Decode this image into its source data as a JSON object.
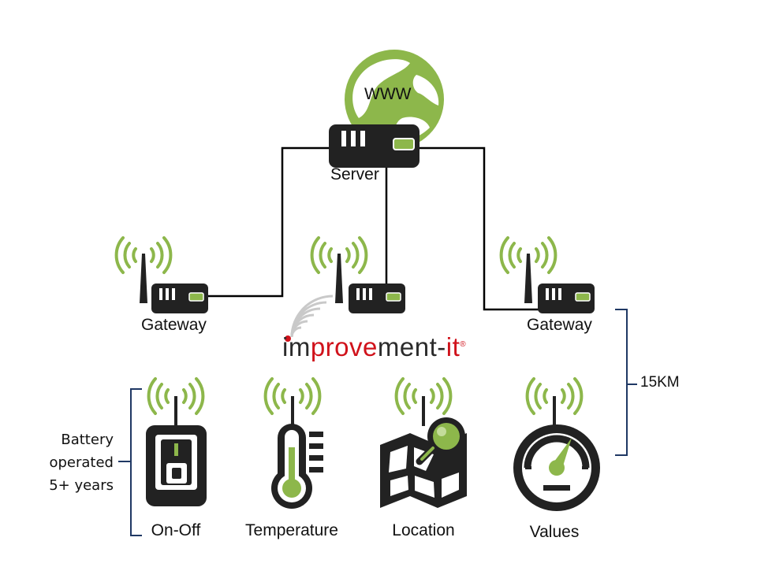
{
  "labels": {
    "www": "WWW",
    "server": "Server",
    "gateway_left": "Gateway",
    "gateway_right": "Gateway",
    "distance": "15KM",
    "battery_line1": "Battery",
    "battery_line2": "operated",
    "battery_line3": "5+ years"
  },
  "devices": {
    "onoff": "On-Off",
    "temperature": "Temperature",
    "location": "Location",
    "values": "Values"
  },
  "logo": {
    "part1": "im",
    "part2": "prove",
    "part3": "ment-",
    "part4": "it",
    "mark": "®"
  },
  "colors": {
    "accent_green": "#8db74b",
    "device_dark": "#222222",
    "line": "#000000",
    "bracket": "#1f3864",
    "logo_red": "#d0121b"
  }
}
